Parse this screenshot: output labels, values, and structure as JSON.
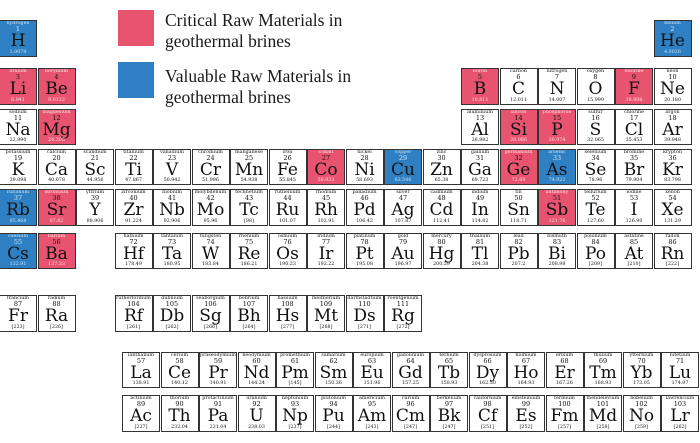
{
  "legend": {
    "critical": {
      "label_line1": "Critical Raw Materials in",
      "label_line2": "geothermal brines",
      "color": "#e8546f"
    },
    "valuable": {
      "label_line1": "Valuable Raw Materials in",
      "label_line2": "geothermal brines",
      "color": "#2e80c3"
    }
  },
  "elements": [
    {
      "n": "hydrogen",
      "z": "1",
      "s": "H",
      "m": "1.0079",
      "r": 1,
      "c": 1,
      "t": "val"
    },
    {
      "n": "helium",
      "z": "2",
      "s": "He",
      "m": "4.0026",
      "r": 1,
      "c": 18,
      "t": "val"
    },
    {
      "n": "lithium",
      "z": "3",
      "s": "Li",
      "m": "6.941",
      "r": 2,
      "c": 1,
      "t": "crit"
    },
    {
      "n": "beryllium",
      "z": "4",
      "s": "Be",
      "m": "9.0122",
      "r": 2,
      "c": 2,
      "t": "crit"
    },
    {
      "n": "boron",
      "z": "5",
      "s": "B",
      "m": "10.811",
      "r": 2,
      "c": 13,
      "t": "crit"
    },
    {
      "n": "carbon",
      "z": "6",
      "s": "C",
      "m": "12.011",
      "r": 2,
      "c": 14,
      "t": ""
    },
    {
      "n": "nitrogen",
      "z": "7",
      "s": "N",
      "m": "14.007",
      "r": 2,
      "c": 15,
      "t": ""
    },
    {
      "n": "oxygen",
      "z": "8",
      "s": "O",
      "m": "15.999",
      "r": 2,
      "c": 16,
      "t": ""
    },
    {
      "n": "fluorine",
      "z": "9",
      "s": "F",
      "m": "18.998",
      "r": 2,
      "c": 17,
      "t": "crit"
    },
    {
      "n": "neon",
      "z": "10",
      "s": "Ne",
      "m": "20.180",
      "r": 2,
      "c": 18,
      "t": ""
    },
    {
      "n": "sodium",
      "z": "11",
      "s": "Na",
      "m": "22.990",
      "r": 3,
      "c": 1,
      "t": ""
    },
    {
      "n": "magnesium",
      "z": "12",
      "s": "Mg",
      "m": "24.305",
      "r": 3,
      "c": 2,
      "t": "crit"
    },
    {
      "n": "aluminium",
      "z": "13",
      "s": "Al",
      "m": "26.982",
      "r": 3,
      "c": 13,
      "t": ""
    },
    {
      "n": "silicon",
      "z": "14",
      "s": "Si",
      "m": "28.086",
      "r": 3,
      "c": 14,
      "t": "crit"
    },
    {
      "n": "phosphorus",
      "z": "15",
      "s": "P",
      "m": "30.974",
      "r": 3,
      "c": 15,
      "t": "crit"
    },
    {
      "n": "sulfur",
      "z": "16",
      "s": "S",
      "m": "32.065",
      "r": 3,
      "c": 16,
      "t": ""
    },
    {
      "n": "chlorine",
      "z": "17",
      "s": "Cl",
      "m": "35.453",
      "r": 3,
      "c": 17,
      "t": ""
    },
    {
      "n": "argon",
      "z": "18",
      "s": "Ar",
      "m": "39.948",
      "r": 3,
      "c": 18,
      "t": ""
    },
    {
      "n": "potassium",
      "z": "19",
      "s": "K",
      "m": "39.098",
      "r": 4,
      "c": 1,
      "t": ""
    },
    {
      "n": "calcium",
      "z": "20",
      "s": "Ca",
      "m": "40.078",
      "r": 4,
      "c": 2,
      "t": ""
    },
    {
      "n": "scandium",
      "z": "21",
      "s": "Sc",
      "m": "44.956",
      "r": 4,
      "c": 3,
      "t": ""
    },
    {
      "n": "titanium",
      "z": "22",
      "s": "Ti",
      "m": "47.867",
      "r": 4,
      "c": 4,
      "t": ""
    },
    {
      "n": "vanadium",
      "z": "23",
      "s": "V",
      "m": "50.942",
      "r": 4,
      "c": 5,
      "t": ""
    },
    {
      "n": "chromium",
      "z": "24",
      "s": "Cr",
      "m": "51.996",
      "r": 4,
      "c": 6,
      "t": ""
    },
    {
      "n": "manganese",
      "z": "25",
      "s": "Mn",
      "m": "54.938",
      "r": 4,
      "c": 7,
      "t": ""
    },
    {
      "n": "iron",
      "z": "26",
      "s": "Fe",
      "m": "55.845",
      "r": 4,
      "c": 8,
      "t": ""
    },
    {
      "n": "cobalt",
      "z": "27",
      "s": "Co",
      "m": "58.933",
      "r": 4,
      "c": 9,
      "t": "crit"
    },
    {
      "n": "nickel",
      "z": "28",
      "s": "Ni",
      "m": "58.693",
      "r": 4,
      "c": 10,
      "t": ""
    },
    {
      "n": "copper",
      "z": "29",
      "s": "Cu",
      "m": "63.546",
      "r": 4,
      "c": 11,
      "t": "val"
    },
    {
      "n": "zinc",
      "z": "30",
      "s": "Zn",
      "m": "65.38",
      "r": 4,
      "c": 12,
      "t": ""
    },
    {
      "n": "gallium",
      "z": "31",
      "s": "Ga",
      "m": "69.723",
      "r": 4,
      "c": 13,
      "t": ""
    },
    {
      "n": "germanium",
      "z": "32",
      "s": "Ge",
      "m": "72.64",
      "r": 4,
      "c": 14,
      "t": "crit"
    },
    {
      "n": "arsenic",
      "z": "33",
      "s": "As",
      "m": "74.922",
      "r": 4,
      "c": 15,
      "t": "val"
    },
    {
      "n": "selenium",
      "z": "34",
      "s": "Se",
      "m": "78.96",
      "r": 4,
      "c": 16,
      "t": ""
    },
    {
      "n": "bromine",
      "z": "35",
      "s": "Br",
      "m": "79.904",
      "r": 4,
      "c": 17,
      "t": ""
    },
    {
      "n": "krypton",
      "z": "36",
      "s": "Kr",
      "m": "83.798",
      "r": 4,
      "c": 18,
      "t": ""
    },
    {
      "n": "rubidium",
      "z": "37",
      "s": "Rb",
      "m": "85.468",
      "r": 5,
      "c": 1,
      "t": "val"
    },
    {
      "n": "strontium",
      "z": "38",
      "s": "Sr",
      "m": "87.62",
      "r": 5,
      "c": 2,
      "t": "crit"
    },
    {
      "n": "yttrium",
      "z": "39",
      "s": "Y",
      "m": "88.906",
      "r": 5,
      "c": 3,
      "t": ""
    },
    {
      "n": "zirconium",
      "z": "40",
      "s": "Zr",
      "m": "91.224",
      "r": 5,
      "c": 4,
      "t": ""
    },
    {
      "n": "niobium",
      "z": "41",
      "s": "Nb",
      "m": "92.906",
      "r": 5,
      "c": 5,
      "t": ""
    },
    {
      "n": "molybdenum",
      "z": "42",
      "s": "Mo",
      "m": "95.96",
      "r": 5,
      "c": 6,
      "t": ""
    },
    {
      "n": "technetium",
      "z": "43",
      "s": "Tc",
      "m": "[98]",
      "r": 5,
      "c": 7,
      "t": ""
    },
    {
      "n": "ruthenium",
      "z": "44",
      "s": "Ru",
      "m": "101.07",
      "r": 5,
      "c": 8,
      "t": ""
    },
    {
      "n": "rhodium",
      "z": "45",
      "s": "Rh",
      "m": "102.91",
      "r": 5,
      "c": 9,
      "t": ""
    },
    {
      "n": "palladium",
      "z": "46",
      "s": "Pd",
      "m": "106.42",
      "r": 5,
      "c": 10,
      "t": ""
    },
    {
      "n": "silver",
      "z": "47",
      "s": "Ag",
      "m": "107.87",
      "r": 5,
      "c": 11,
      "t": ""
    },
    {
      "n": "cadmium",
      "z": "48",
      "s": "Cd",
      "m": "112.41",
      "r": 5,
      "c": 12,
      "t": ""
    },
    {
      "n": "indium",
      "z": "49",
      "s": "In",
      "m": "114.82",
      "r": 5,
      "c": 13,
      "t": ""
    },
    {
      "n": "tin",
      "z": "50",
      "s": "Sn",
      "m": "118.71",
      "r": 5,
      "c": 14,
      "t": ""
    },
    {
      "n": "antimony",
      "z": "51",
      "s": "Sb",
      "m": "121.76",
      "r": 5,
      "c": 15,
      "t": "crit"
    },
    {
      "n": "tellurium",
      "z": "52",
      "s": "Te",
      "m": "127.60",
      "r": 5,
      "c": 16,
      "t": ""
    },
    {
      "n": "iodine",
      "z": "53",
      "s": "I",
      "m": "126.90",
      "r": 5,
      "c": 17,
      "t": ""
    },
    {
      "n": "xenon",
      "z": "54",
      "s": "Xe",
      "m": "131.29",
      "r": 5,
      "c": 18,
      "t": ""
    },
    {
      "n": "caesium",
      "z": "55",
      "s": "Cs",
      "m": "132.91",
      "r": 6,
      "c": 1,
      "t": "val"
    },
    {
      "n": "barium",
      "z": "56",
      "s": "Ba",
      "m": "137.33",
      "r": 6,
      "c": 2,
      "t": "crit"
    },
    {
      "n": "hafnium",
      "z": "72",
      "s": "Hf",
      "m": "178.49",
      "r": 6,
      "c": 4,
      "t": ""
    },
    {
      "n": "tantalum",
      "z": "73",
      "s": "Ta",
      "m": "180.95",
      "r": 6,
      "c": 5,
      "t": ""
    },
    {
      "n": "tungsten",
      "z": "74",
      "s": "W",
      "m": "183.84",
      "r": 6,
      "c": 6,
      "t": ""
    },
    {
      "n": "rhenium",
      "z": "75",
      "s": "Re",
      "m": "186.21",
      "r": 6,
      "c": 7,
      "t": ""
    },
    {
      "n": "osmium",
      "z": "76",
      "s": "Os",
      "m": "190.23",
      "r": 6,
      "c": 8,
      "t": ""
    },
    {
      "n": "iridium",
      "z": "77",
      "s": "Ir",
      "m": "192.22",
      "r": 6,
      "c": 9,
      "t": ""
    },
    {
      "n": "platinum",
      "z": "78",
      "s": "Pt",
      "m": "195.08",
      "r": 6,
      "c": 10,
      "t": ""
    },
    {
      "n": "gold",
      "z": "79",
      "s": "Au",
      "m": "196.97",
      "r": 6,
      "c": 11,
      "t": ""
    },
    {
      "n": "mercury",
      "z": "80",
      "s": "Hg",
      "m": "200.59",
      "r": 6,
      "c": 12,
      "t": ""
    },
    {
      "n": "thallium",
      "z": "81",
      "s": "Tl",
      "m": "204.38",
      "r": 6,
      "c": 13,
      "t": ""
    },
    {
      "n": "lead",
      "z": "82",
      "s": "Pb",
      "m": "207.2",
      "r": 6,
      "c": 14,
      "t": ""
    },
    {
      "n": "bismuth",
      "z": "83",
      "s": "Bi",
      "m": "208.98",
      "r": 6,
      "c": 15,
      "t": ""
    },
    {
      "n": "polonium",
      "z": "84",
      "s": "Po",
      "m": "[209]",
      "r": 6,
      "c": 16,
      "t": ""
    },
    {
      "n": "astatine",
      "z": "85",
      "s": "At",
      "m": "[210]",
      "r": 6,
      "c": 17,
      "t": ""
    },
    {
      "n": "radon",
      "z": "86",
      "s": "Rn",
      "m": "[222]",
      "r": 6,
      "c": 18,
      "t": ""
    },
    {
      "n": "francium",
      "z": "87",
      "s": "Fr",
      "m": "[223]",
      "r": 7,
      "c": 1,
      "t": ""
    },
    {
      "n": "radium",
      "z": "88",
      "s": "Ra",
      "m": "[226]",
      "r": 7,
      "c": 2,
      "t": ""
    },
    {
      "n": "rutherfordium",
      "z": "104",
      "s": "Rf",
      "m": "[261]",
      "r": 7,
      "c": 4,
      "t": ""
    },
    {
      "n": "dubnium",
      "z": "105",
      "s": "Db",
      "m": "[262]",
      "r": 7,
      "c": 5,
      "t": ""
    },
    {
      "n": "seaborgium",
      "z": "106",
      "s": "Sg",
      "m": "[266]",
      "r": 7,
      "c": 6,
      "t": ""
    },
    {
      "n": "bohrium",
      "z": "107",
      "s": "Bh",
      "m": "[264]",
      "r": 7,
      "c": 7,
      "t": ""
    },
    {
      "n": "hassium",
      "z": "108",
      "s": "Hs",
      "m": "[277]",
      "r": 7,
      "c": 8,
      "t": ""
    },
    {
      "n": "meitnerium",
      "z": "109",
      "s": "Mt",
      "m": "[268]",
      "r": 7,
      "c": 9,
      "t": ""
    },
    {
      "n": "darmstadtium",
      "z": "110",
      "s": "Ds",
      "m": "[271]",
      "r": 7,
      "c": 10,
      "t": ""
    },
    {
      "n": "roentgenium",
      "z": "111",
      "s": "Rg",
      "m": "[272]",
      "r": 7,
      "c": 11,
      "t": ""
    },
    {
      "n": "lanthanum",
      "z": "57",
      "s": "La",
      "m": "138.91",
      "r": 9,
      "c": 3,
      "t": ""
    },
    {
      "n": "cerium",
      "z": "58",
      "s": "Ce",
      "m": "140.12",
      "r": 9,
      "c": 4,
      "t": ""
    },
    {
      "n": "praseodymium",
      "z": "59",
      "s": "Pr",
      "m": "140.91",
      "r": 9,
      "c": 5,
      "t": ""
    },
    {
      "n": "neodymium",
      "z": "60",
      "s": "Nd",
      "m": "144.24",
      "r": 9,
      "c": 6,
      "t": ""
    },
    {
      "n": "promethium",
      "z": "61",
      "s": "Pm",
      "m": "[145]",
      "r": 9,
      "c": 7,
      "t": ""
    },
    {
      "n": "samarium",
      "z": "62",
      "s": "Sm",
      "m": "150.36",
      "r": 9,
      "c": 8,
      "t": ""
    },
    {
      "n": "europium",
      "z": "63",
      "s": "Eu",
      "m": "151.96",
      "r": 9,
      "c": 9,
      "t": ""
    },
    {
      "n": "gadolinium",
      "z": "64",
      "s": "Gd",
      "m": "157.25",
      "r": 9,
      "c": 10,
      "t": ""
    },
    {
      "n": "terbium",
      "z": "65",
      "s": "Tb",
      "m": "158.93",
      "r": 9,
      "c": 11,
      "t": ""
    },
    {
      "n": "dysprosium",
      "z": "66",
      "s": "Dy",
      "m": "162.50",
      "r": 9,
      "c": 12,
      "t": ""
    },
    {
      "n": "holmium",
      "z": "67",
      "s": "Ho",
      "m": "164.93",
      "r": 9,
      "c": 13,
      "t": ""
    },
    {
      "n": "erbium",
      "z": "68",
      "s": "Er",
      "m": "167.26",
      "r": 9,
      "c": 14,
      "t": ""
    },
    {
      "n": "thulium",
      "z": "69",
      "s": "Tm",
      "m": "168.93",
      "r": 9,
      "c": 15,
      "t": ""
    },
    {
      "n": "ytterbium",
      "z": "70",
      "s": "Yb",
      "m": "173.05",
      "r": 9,
      "c": 16,
      "t": ""
    },
    {
      "n": "lutetium",
      "z": "71",
      "s": "Lu",
      "m": "174.97",
      "r": 9,
      "c": 17,
      "t": ""
    },
    {
      "n": "actinium",
      "z": "89",
      "s": "Ac",
      "m": "[227]",
      "r": 10,
      "c": 3,
      "t": ""
    },
    {
      "n": "thorium",
      "z": "90",
      "s": "Th",
      "m": "232.04",
      "r": 10,
      "c": 4,
      "t": ""
    },
    {
      "n": "protactinium",
      "z": "91",
      "s": "Pa",
      "m": "231.04",
      "r": 10,
      "c": 5,
      "t": ""
    },
    {
      "n": "uranium",
      "z": "92",
      "s": "U",
      "m": "238.03",
      "r": 10,
      "c": 6,
      "t": ""
    },
    {
      "n": "neptunium",
      "z": "93",
      "s": "Np",
      "m": "[237]",
      "r": 10,
      "c": 7,
      "t": ""
    },
    {
      "n": "plutonium",
      "z": "94",
      "s": "Pu",
      "m": "[244]",
      "r": 10,
      "c": 8,
      "t": ""
    },
    {
      "n": "americium",
      "z": "95",
      "s": "Am",
      "m": "[243]",
      "r": 10,
      "c": 9,
      "t": ""
    },
    {
      "n": "curium",
      "z": "96",
      "s": "Cm",
      "m": "[247]",
      "r": 10,
      "c": 10,
      "t": ""
    },
    {
      "n": "berkelium",
      "z": "97",
      "s": "Bk",
      "m": "[247]",
      "r": 10,
      "c": 11,
      "t": ""
    },
    {
      "n": "californium",
      "z": "98",
      "s": "Cf",
      "m": "[251]",
      "r": 10,
      "c": 12,
      "t": ""
    },
    {
      "n": "einsteinium",
      "z": "99",
      "s": "Es",
      "m": "[252]",
      "r": 10,
      "c": 13,
      "t": ""
    },
    {
      "n": "fermium",
      "z": "100",
      "s": "Fm",
      "m": "[257]",
      "r": 10,
      "c": 14,
      "t": ""
    },
    {
      "n": "mendelevium",
      "z": "101",
      "s": "Md",
      "n2": "",
      "m": "[258]",
      "r": 10,
      "c": 15,
      "t": ""
    },
    {
      "n": "nobelium",
      "z": "102",
      "s": "No",
      "m": "[259]",
      "r": 10,
      "c": 16,
      "t": ""
    },
    {
      "n": "lawrencium",
      "z": "103",
      "s": "Lr",
      "m": "[262]",
      "r": 10,
      "c": 17,
      "t": ""
    }
  ]
}
